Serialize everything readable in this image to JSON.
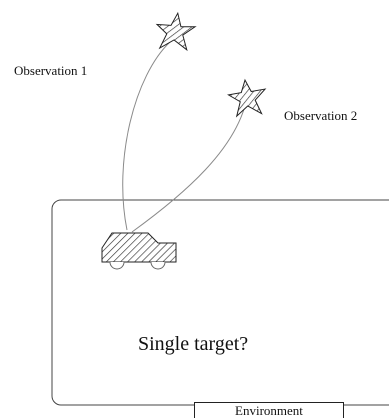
{
  "diagram": {
    "observations": [
      {
        "id": "obs1",
        "label": "Observation 1"
      },
      {
        "id": "obs2",
        "label": "Observation 2"
      }
    ],
    "question": "Single target?",
    "environment_label": "Environment",
    "icons": {
      "observation": "hatched-star-icon",
      "target": "hatched-car-icon"
    },
    "colors": {
      "line": "#222222",
      "curve": "#888888",
      "hatch": "#333333"
    }
  }
}
